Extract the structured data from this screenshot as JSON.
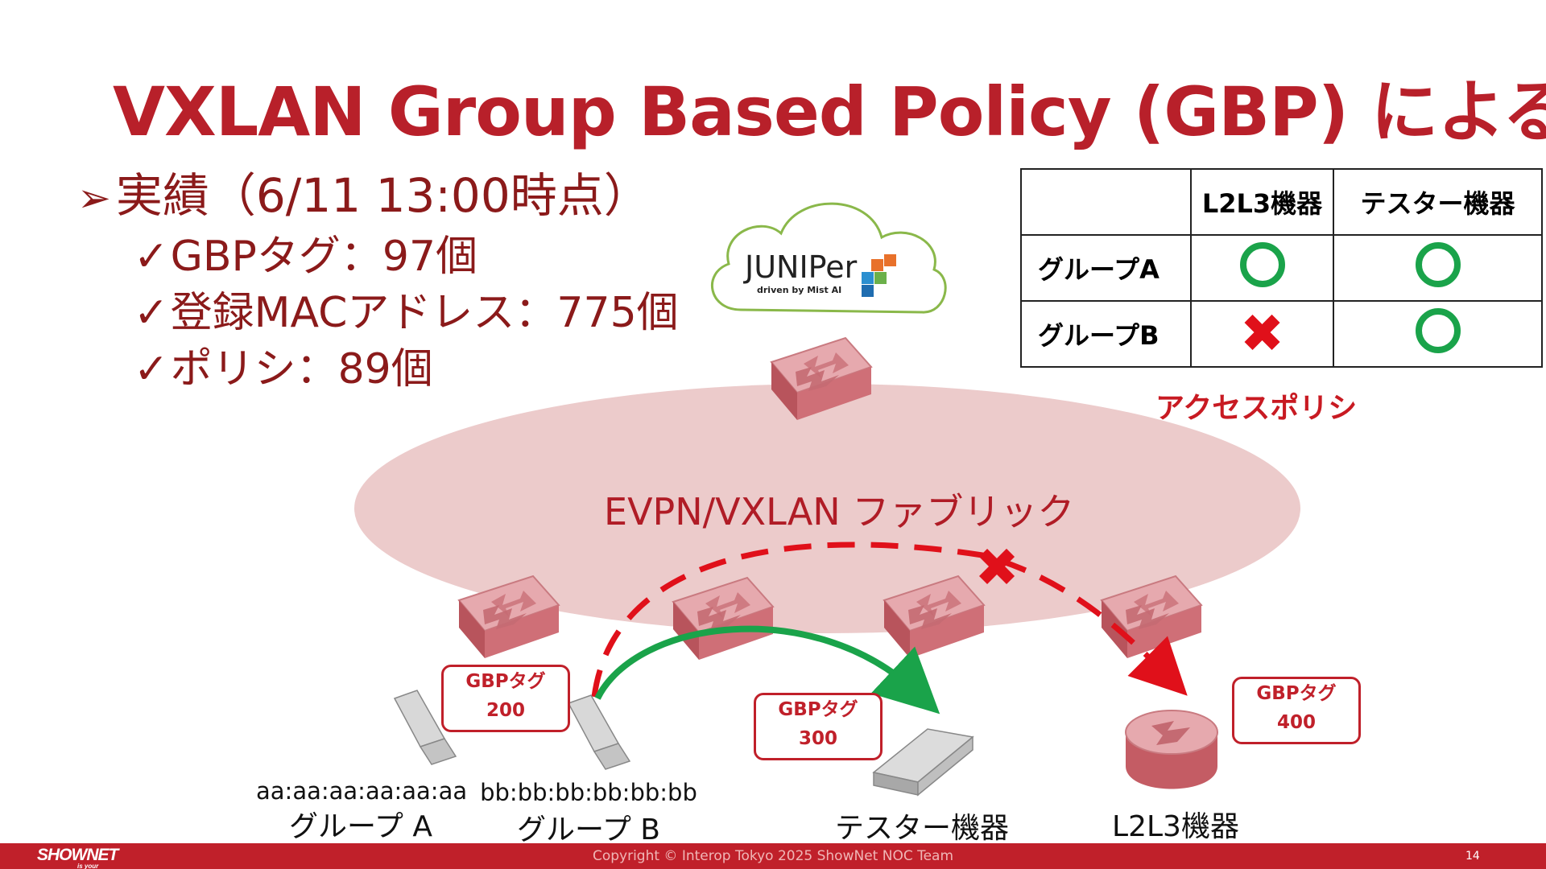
{
  "title": "VXLAN Group Based Policy (GBP) による制御",
  "bullets": {
    "main": "実績（6/11 13:00時点）",
    "items": [
      "GBPタグ：97個",
      "登録MACアドレス：775個",
      "ポリシ：89個"
    ]
  },
  "policy_table": {
    "headers": [
      "",
      "L2L3機器",
      "テスター機器"
    ],
    "rows": [
      {
        "label": "グループA",
        "values": [
          "allow",
          "allow"
        ]
      },
      {
        "label": "グループB",
        "values": [
          "deny",
          "allow"
        ]
      }
    ],
    "caption": "アクセスポリシ"
  },
  "cloud": {
    "brand": "JUNIPer",
    "sub": "driven by Mist AI"
  },
  "fabric_label": "EVPN/VXLAN ファブリック",
  "tags": [
    {
      "line1": "GBPタグ",
      "line2": "200"
    },
    {
      "line1": "GBPタグ",
      "line2": "300"
    },
    {
      "line1": "GBPタグ",
      "line2": "400"
    }
  ],
  "devices": {
    "group_a_mac": "aa:aa:aa:aa:aa:aa",
    "group_a_label": "グループ A",
    "group_b_mac": "bb:bb:bb:bb:bb:bb",
    "group_b_label": "グループ B",
    "tester_label": "テスター機器",
    "l2l3_label": "L2L3機器"
  },
  "footer": {
    "logo": "SHOWNET",
    "logo_sub": "is your network.",
    "copyright": "Copyright © Interop Tokyo 2025 ShowNet NOC Team",
    "page": "14"
  },
  "colors": {
    "accent": "#c0202a",
    "title": "#b8202a",
    "ok": "#1aa34a",
    "ng": "#e0101a",
    "fabric": "#eccbcb"
  }
}
